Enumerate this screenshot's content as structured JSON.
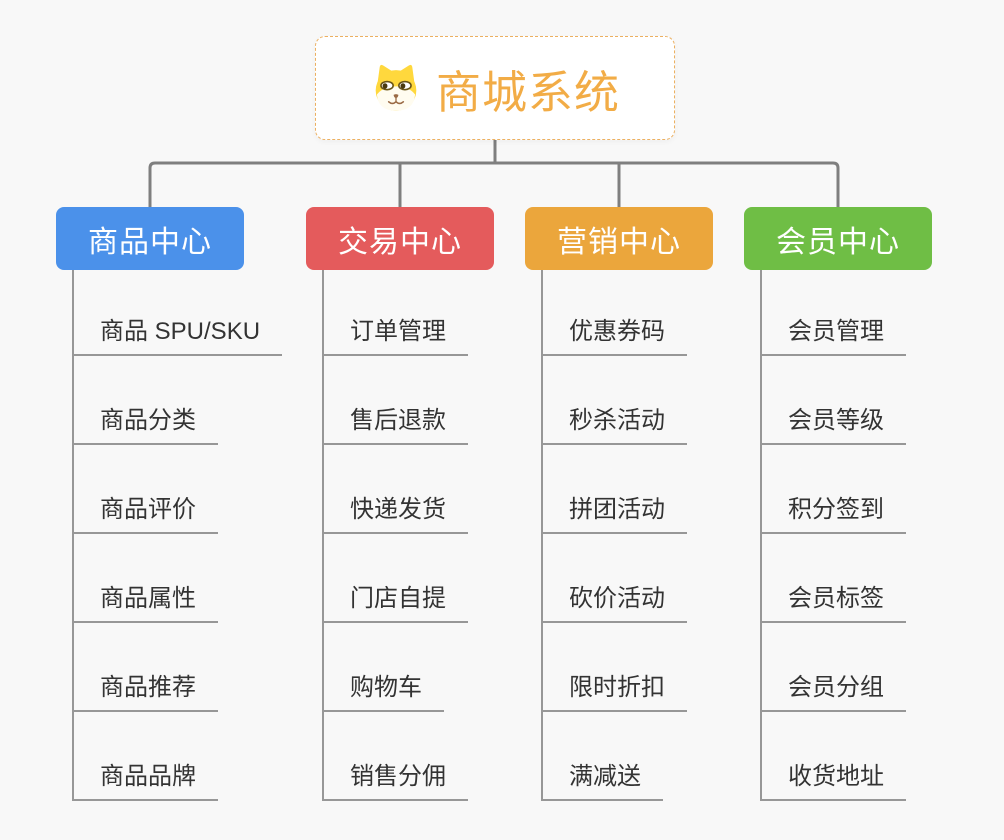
{
  "root": {
    "title": "商城系统",
    "icon": "shiba-dog-icon"
  },
  "branches": [
    {
      "id": "product-center",
      "label": "商品中心",
      "color": "#4b91ea",
      "items": [
        "商品 SPU/SKU",
        "商品分类",
        "商品评价",
        "商品属性",
        "商品推荐",
        "商品品牌"
      ]
    },
    {
      "id": "trade-center",
      "label": "交易中心",
      "color": "#e45b5c",
      "items": [
        "订单管理",
        "售后退款",
        "快递发货",
        "门店自提",
        "购物车",
        "销售分佣"
      ]
    },
    {
      "id": "marketing-center",
      "label": "营销中心",
      "color": "#eba63c",
      "items": [
        "优惠券码",
        "秒杀活动",
        "拼团活动",
        "砍价活动",
        "限时折扣",
        "满减送"
      ]
    },
    {
      "id": "member-center",
      "label": "会员中心",
      "color": "#6fbe45",
      "items": [
        "会员管理",
        "会员等级",
        "积分签到",
        "会员标签",
        "会员分组",
        "收货地址"
      ]
    }
  ],
  "colors": {
    "background": "#f8f8f8",
    "connector_line": "#7f7f7f",
    "branch_underline": "#979797",
    "item_text": "#333333",
    "root_title": "#f2ac46",
    "root_border": "#ecb061"
  }
}
